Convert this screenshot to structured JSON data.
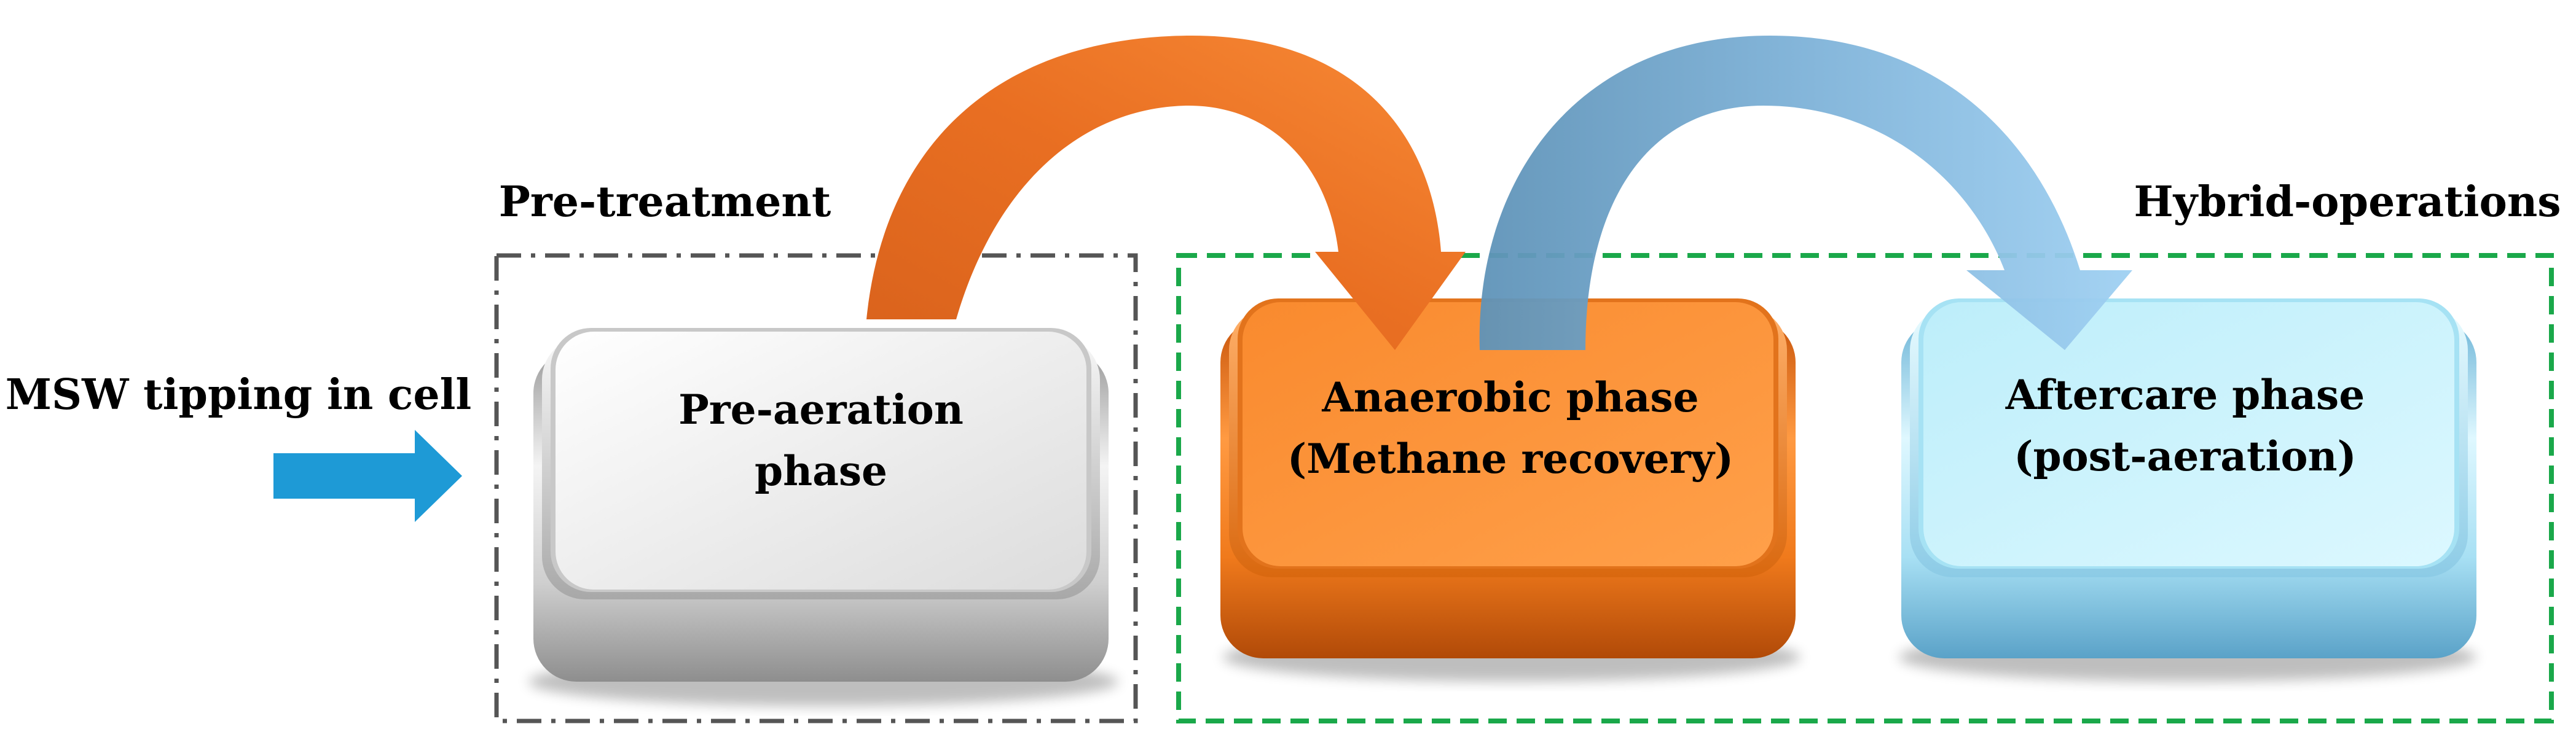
{
  "input": {
    "label": "MSW tipping in cell"
  },
  "groups": {
    "pretreatment": {
      "label": "Pre-treatment"
    },
    "hybrid": {
      "label": "Hybrid-operations"
    }
  },
  "phases": {
    "pre_aeration": {
      "line1": "Pre-aeration",
      "line2": "phase"
    },
    "anaerobic": {
      "line1": "Anaerobic phase",
      "line2": "(Methane recovery)"
    },
    "aftercare": {
      "line1": "Aftercare phase",
      "line2": "(post-aeration)"
    }
  },
  "colors": {
    "input_arrow": "#1e9ad6",
    "pretreatment_border": "#555555",
    "hybrid_border": "#1aa84a",
    "pre_aeration_fill": "#e6e6e6",
    "anaerobic_fill": "#f7862a",
    "aftercare_fill": "#c6f1fb",
    "arrow_orange": "#e0651e",
    "arrow_blue": "#7ab0d8"
  }
}
